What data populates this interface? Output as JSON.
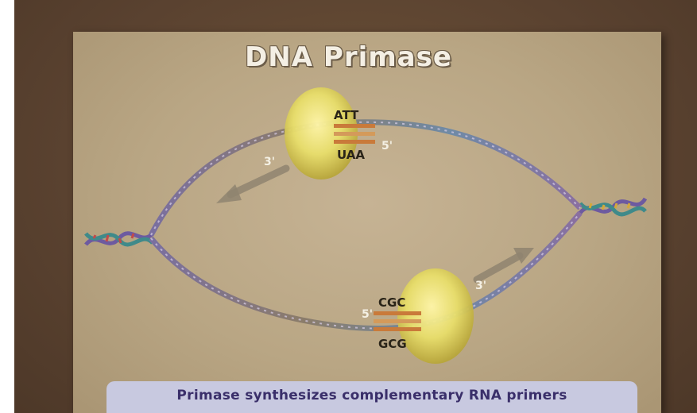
{
  "title": "DNA Primase",
  "caption": "Primase synthesizes complementary RNA primers",
  "labels": {
    "top_bases_upper": "ATT",
    "top_bases_lower": "UAA",
    "top_five_prime": "5'",
    "top_three_prime": "3'",
    "bottom_bases_upper": "CGC",
    "bottom_bases_lower": "GCG",
    "bottom_five_prime": "5'",
    "bottom_three_prime": "3'"
  },
  "colors": {
    "background": "#5e4631",
    "panel": "#b9a684",
    "enzyme": "#e8de6a",
    "caption_bar": "#c8c9e0",
    "caption_text": "#3a2f6a"
  }
}
